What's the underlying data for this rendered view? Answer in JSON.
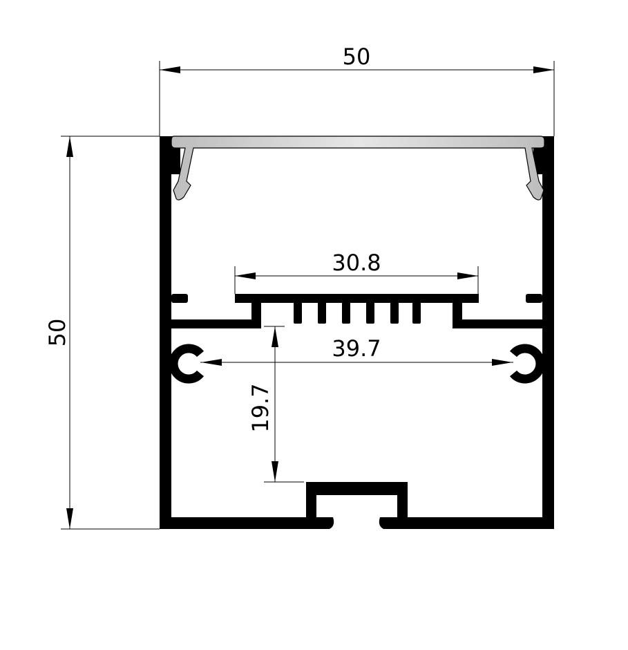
{
  "drawing": {
    "dimensions": {
      "width_top": "50",
      "height_left": "50",
      "heatsink_width": "30.8",
      "clip_span": "39.7",
      "base_offset": "19.7"
    },
    "colors": {
      "profile": "#000000",
      "diffuser": "#c8c8c8",
      "line": "#000000"
    }
  }
}
